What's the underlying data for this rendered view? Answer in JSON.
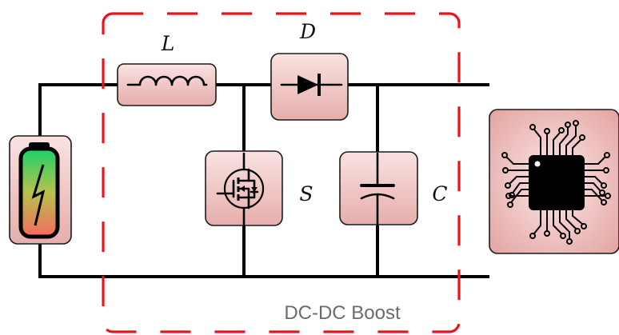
{
  "labels": {
    "inductor": "L",
    "diode": "D",
    "switch": "S",
    "capacitor": "C",
    "region": "DC-DC Boost"
  },
  "components": [
    {
      "id": "battery",
      "icon": "battery-icon"
    },
    {
      "id": "inductor",
      "icon": "inductor-icon"
    },
    {
      "id": "diode",
      "icon": "diode-icon"
    },
    {
      "id": "switch",
      "icon": "mosfet-icon"
    },
    {
      "id": "capacitor",
      "icon": "capacitor-icon"
    },
    {
      "id": "load",
      "icon": "microchip-icon"
    }
  ],
  "colors": {
    "box_fill_top": "#f9e2e1",
    "box_fill_bottom": "#e3a7a6",
    "region_border": "#e8141c",
    "battery_top": "#1fd16a",
    "battery_bottom": "#f07060",
    "wire": "#000000"
  }
}
